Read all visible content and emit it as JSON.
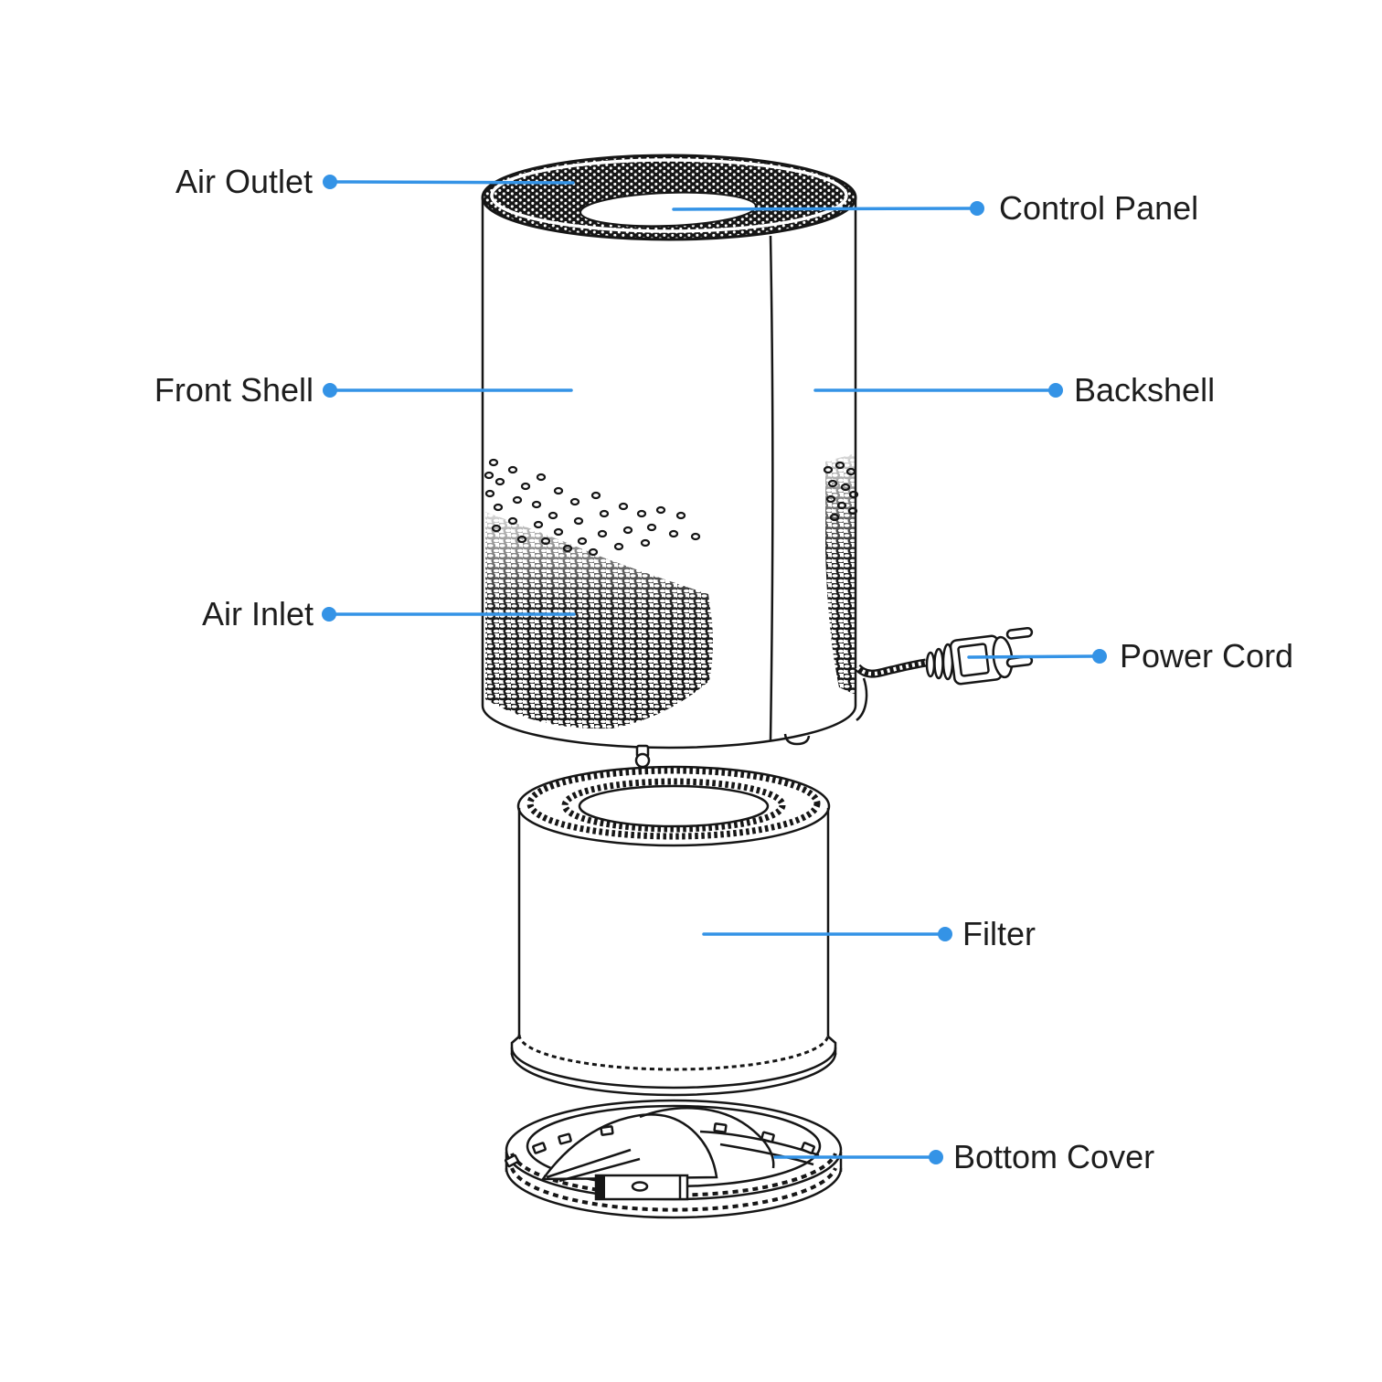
{
  "diagram": {
    "parts": {
      "air_outlet": {
        "label": "Air Outlet",
        "side": "left"
      },
      "control_panel": {
        "label": "Control Panel",
        "side": "right"
      },
      "front_shell": {
        "label": "Front Shell",
        "side": "left"
      },
      "backshell": {
        "label": "Backshell",
        "side": "right"
      },
      "air_inlet": {
        "label": "Air Inlet",
        "side": "left"
      },
      "power_cord": {
        "label": "Power Cord",
        "side": "right"
      },
      "filter": {
        "label": "Filter",
        "side": "right"
      },
      "bottom_cover": {
        "label": "Bottom Cover",
        "side": "right"
      }
    }
  },
  "colors": {
    "callout": "#3493e6",
    "ink": "#1d1d1d",
    "line_art": "#161616",
    "background": "#ffffff"
  }
}
